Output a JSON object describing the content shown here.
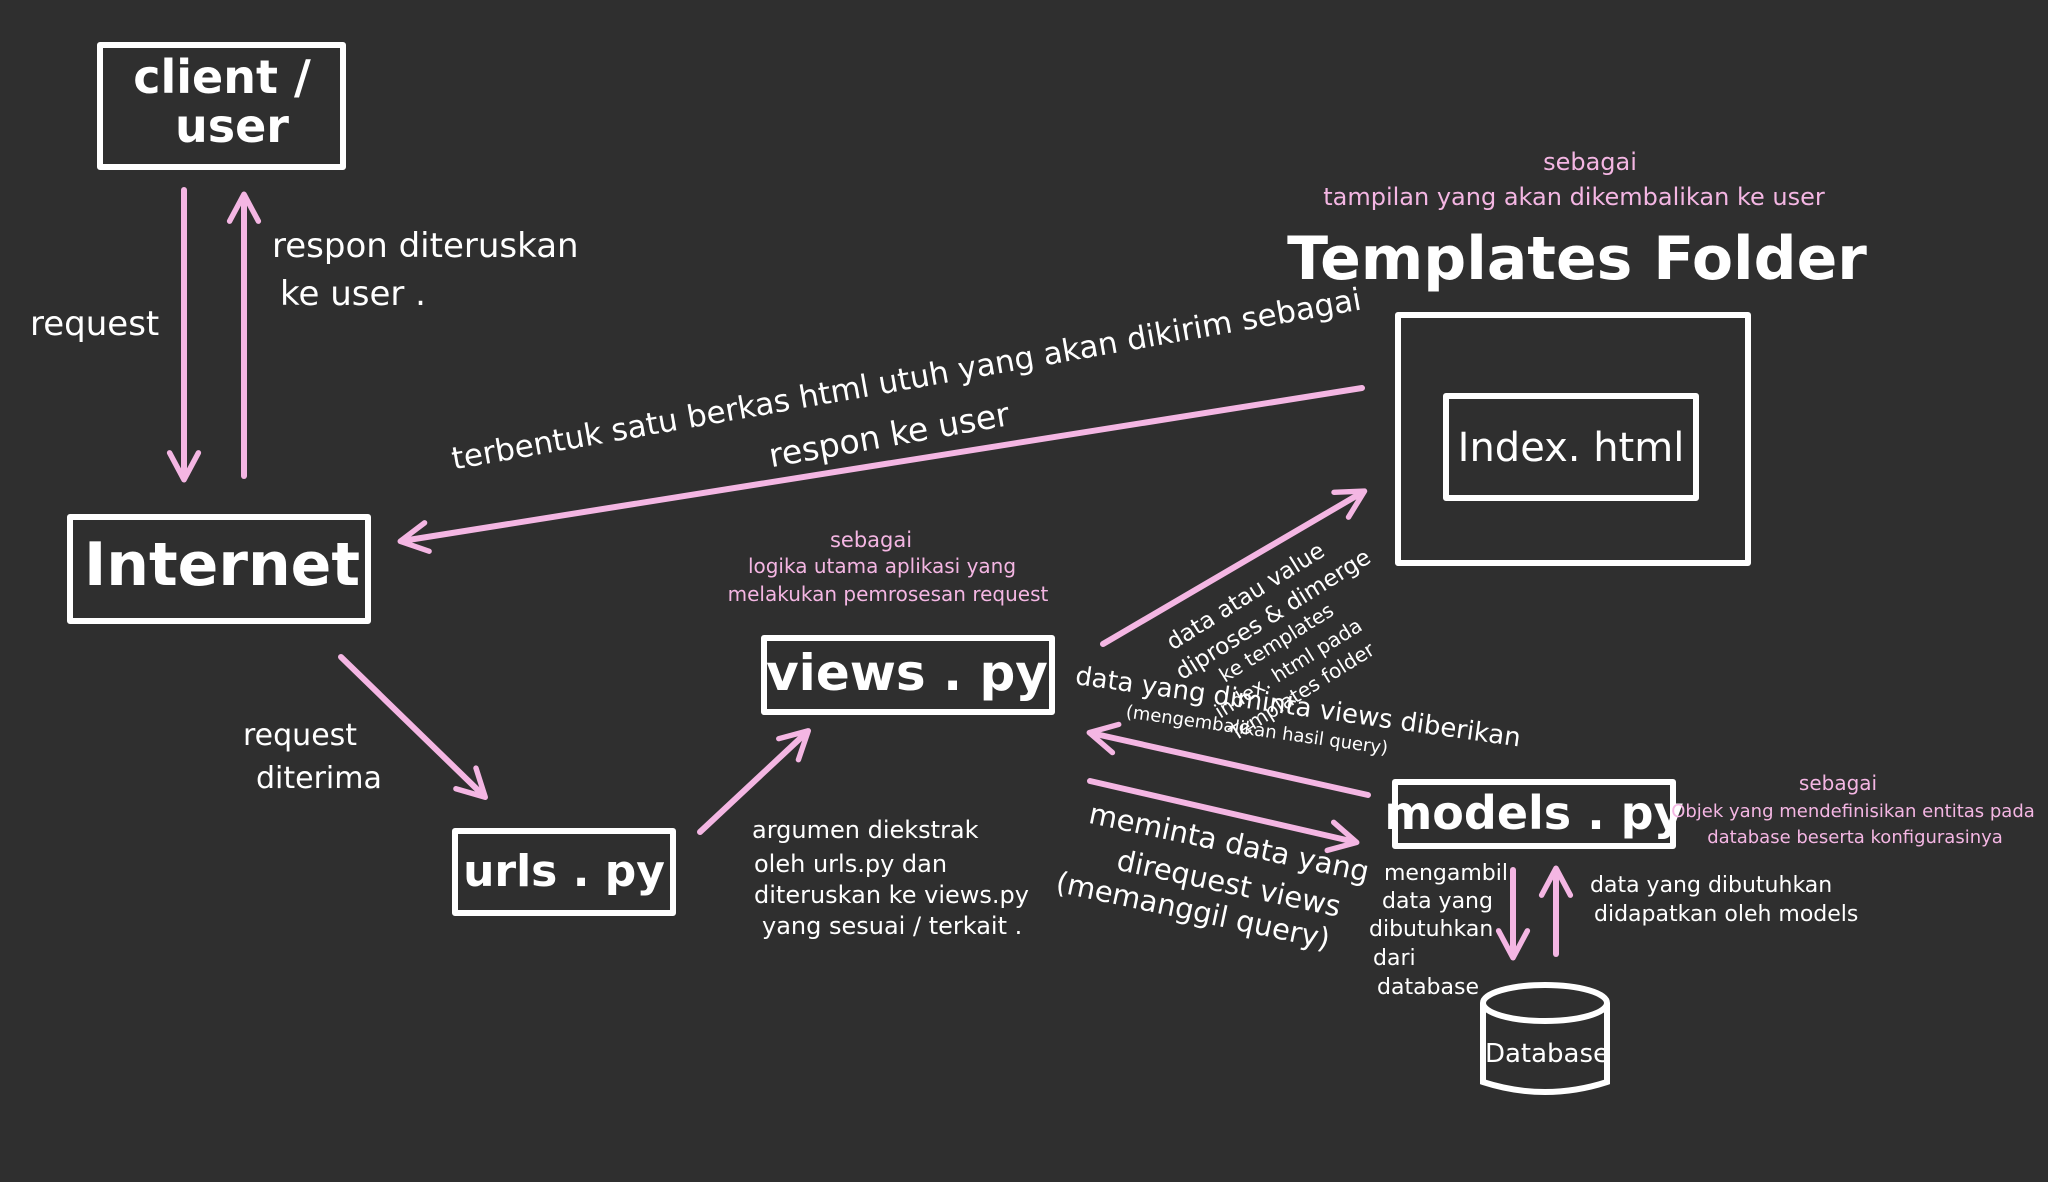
{
  "colors": {
    "background": "#2f2f2f",
    "box_stroke": "#ffffff",
    "arrow": "#f4b6e3",
    "note": "#f4b6e3",
    "text": "#ffffff"
  },
  "nodes": {
    "client_line1": "client /",
    "client_line2": "user",
    "internet": "Internet",
    "urls": "urls . py",
    "views": "views . py",
    "models": "models . py",
    "index": "Index. html",
    "templates_title": "Templates Folder",
    "database": "Database"
  },
  "notes": {
    "templates_line1": "sebagai",
    "templates_line2": "tampilan yang akan dikembalikan ke user",
    "views_line1": "sebagai",
    "views_line2": "logika utama aplikasi yang",
    "views_line3": "melakukan pemrosesan request",
    "models_line1": "sebagai",
    "models_line2": "Objek yang mendefinisikan entitas pada",
    "models_line3": "database beserta konfigurasinya"
  },
  "labels": {
    "request": "request",
    "respon_line1": "respon diteruskan",
    "respon_line2": "ke user .",
    "terbentuk_line1": "terbentuk satu berkas html utuh yang akan dikirim sebagai",
    "terbentuk_line2": "respon ke user",
    "request_diterima_line1": "request",
    "request_diterima_line2": "diterima",
    "argumen_line1": "argumen diekstrak",
    "argumen_line2": "oleh urls.py dan",
    "argumen_line3": "diteruskan ke views.py",
    "argumen_line4": "yang sesuai / terkait .",
    "data_value_line1": "data atau value",
    "data_value_line2": "diproses & dimerge",
    "data_value_line3": "ke templates",
    "data_value_line4": "index. html pada",
    "data_value_line5": "Templates folder",
    "data_diminta_line1": "data yang diminta views diberikan",
    "data_diminta_line2": "(mengembalikan hasil query)",
    "meminta_line1": "meminta data yang",
    "meminta_line2": "direquest views",
    "meminta_line3": "(memanggil query)",
    "mengambil_line1": "mengambil",
    "mengambil_line2": "data yang",
    "mengambil_line3": "dibutuhkan",
    "mengambil_line4": "dari",
    "mengambil_line5": "database",
    "dibutuhkan_line1": "data yang dibutuhkan",
    "dibutuhkan_line2": "didapatkan oleh models"
  }
}
